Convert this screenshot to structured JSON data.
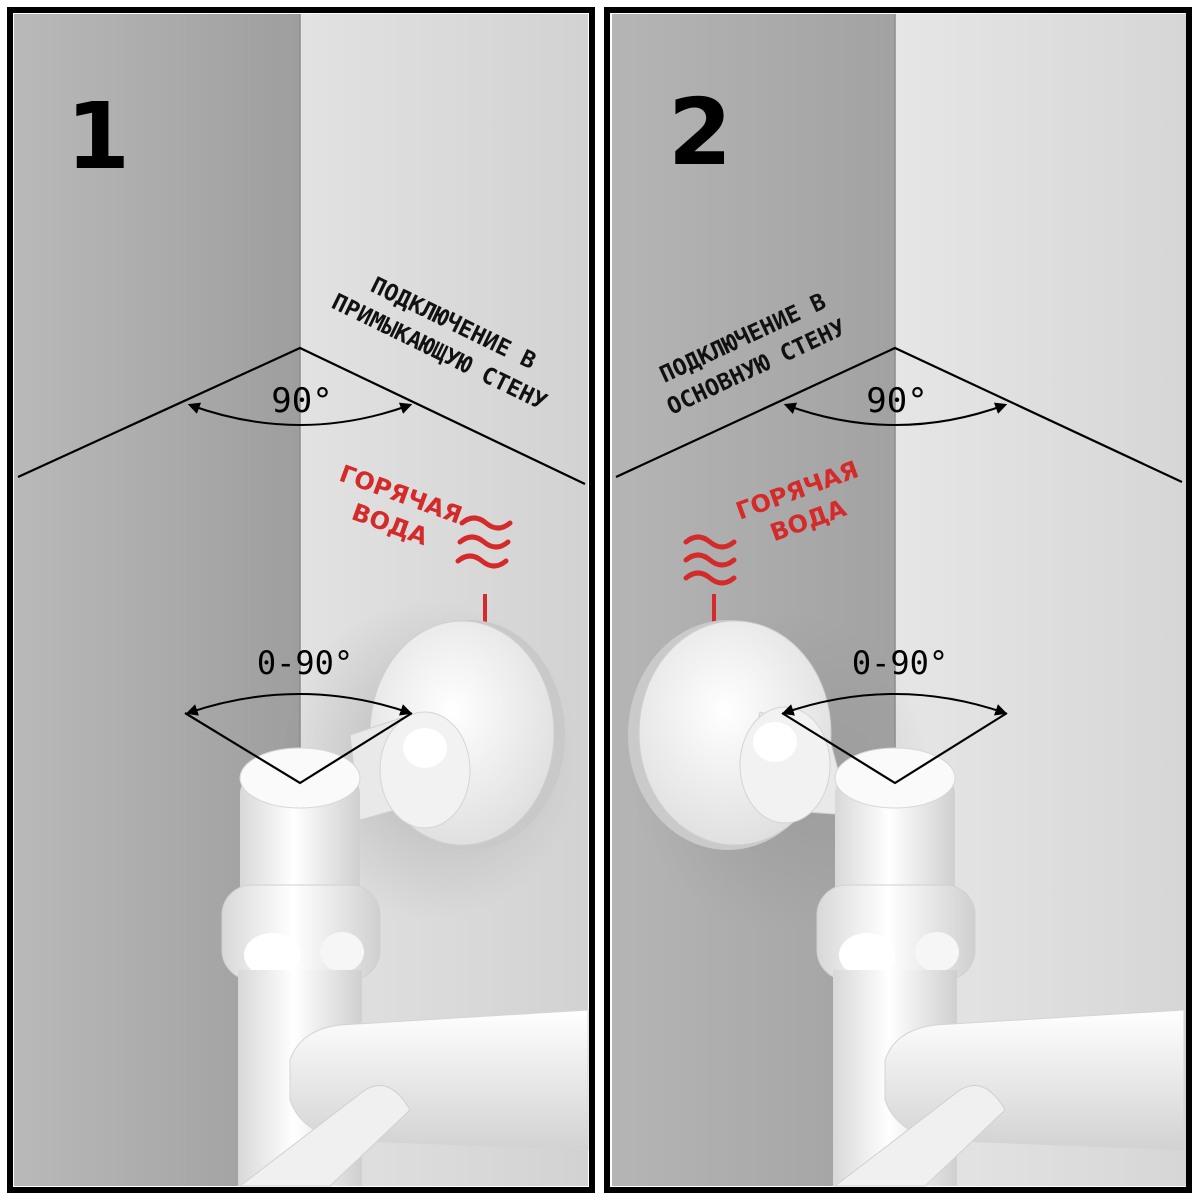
{
  "panels": [
    {
      "number": "1",
      "connection_label_line1": "ПОДКЛЮЧЕНИЕ В",
      "connection_label_line2": "ПРИМЫКАЮЩУЮ СТЕНУ",
      "corner_angle": "90°",
      "rotation_range": "0-90°",
      "hot_water_line1": "ГОРЯЧАЯ",
      "hot_water_line2": "ВОДА"
    },
    {
      "number": "2",
      "connection_label_line1": "ПОДКЛЮЧЕНИЕ В",
      "connection_label_line2": "ОСНОВНУЮ СТЕНУ",
      "corner_angle": "90°",
      "rotation_range": "0-90°",
      "hot_water_line1": "ГОРЯЧАЯ",
      "hot_water_line2": "ВОДА"
    }
  ],
  "colors": {
    "frame": "#000000",
    "wall_dark": "#a9a9a9",
    "wall_light": "#dcdcdc",
    "hot_water": "#d42a2a",
    "fitting": "#f4f4f4"
  }
}
